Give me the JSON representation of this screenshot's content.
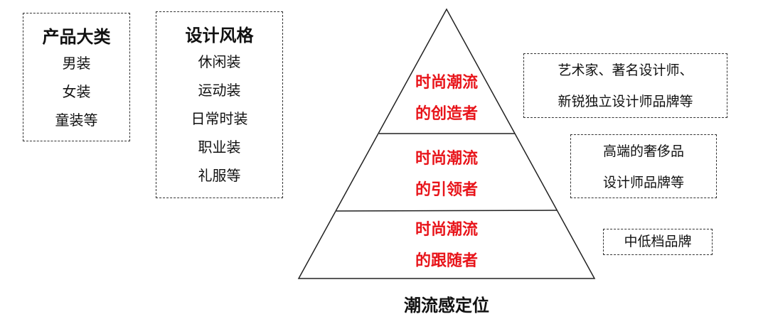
{
  "product_category": {
    "title": "产品大类",
    "items": [
      "男装",
      "女装",
      "童装等"
    ]
  },
  "design_style": {
    "title": "设计风格",
    "items": [
      "休闲装",
      "运动装",
      "日常时装",
      "职业装",
      "礼服等"
    ]
  },
  "pyramid": {
    "levels": [
      {
        "line1": "时尚潮流",
        "line2": "的创造者"
      },
      {
        "line1": "时尚潮流",
        "line2": "的引领者"
      },
      {
        "line1": "时尚潮流",
        "line2": "的跟随者"
      }
    ],
    "caption": "潮流感定位"
  },
  "examples": [
    {
      "line1": "艺术家、著名设计师、",
      "line2": "新锐独立设计师品牌等"
    },
    {
      "line1": "高端的奢侈品",
      "line2": "设计师品牌等"
    },
    {
      "line1": "中低档品牌"
    }
  ]
}
